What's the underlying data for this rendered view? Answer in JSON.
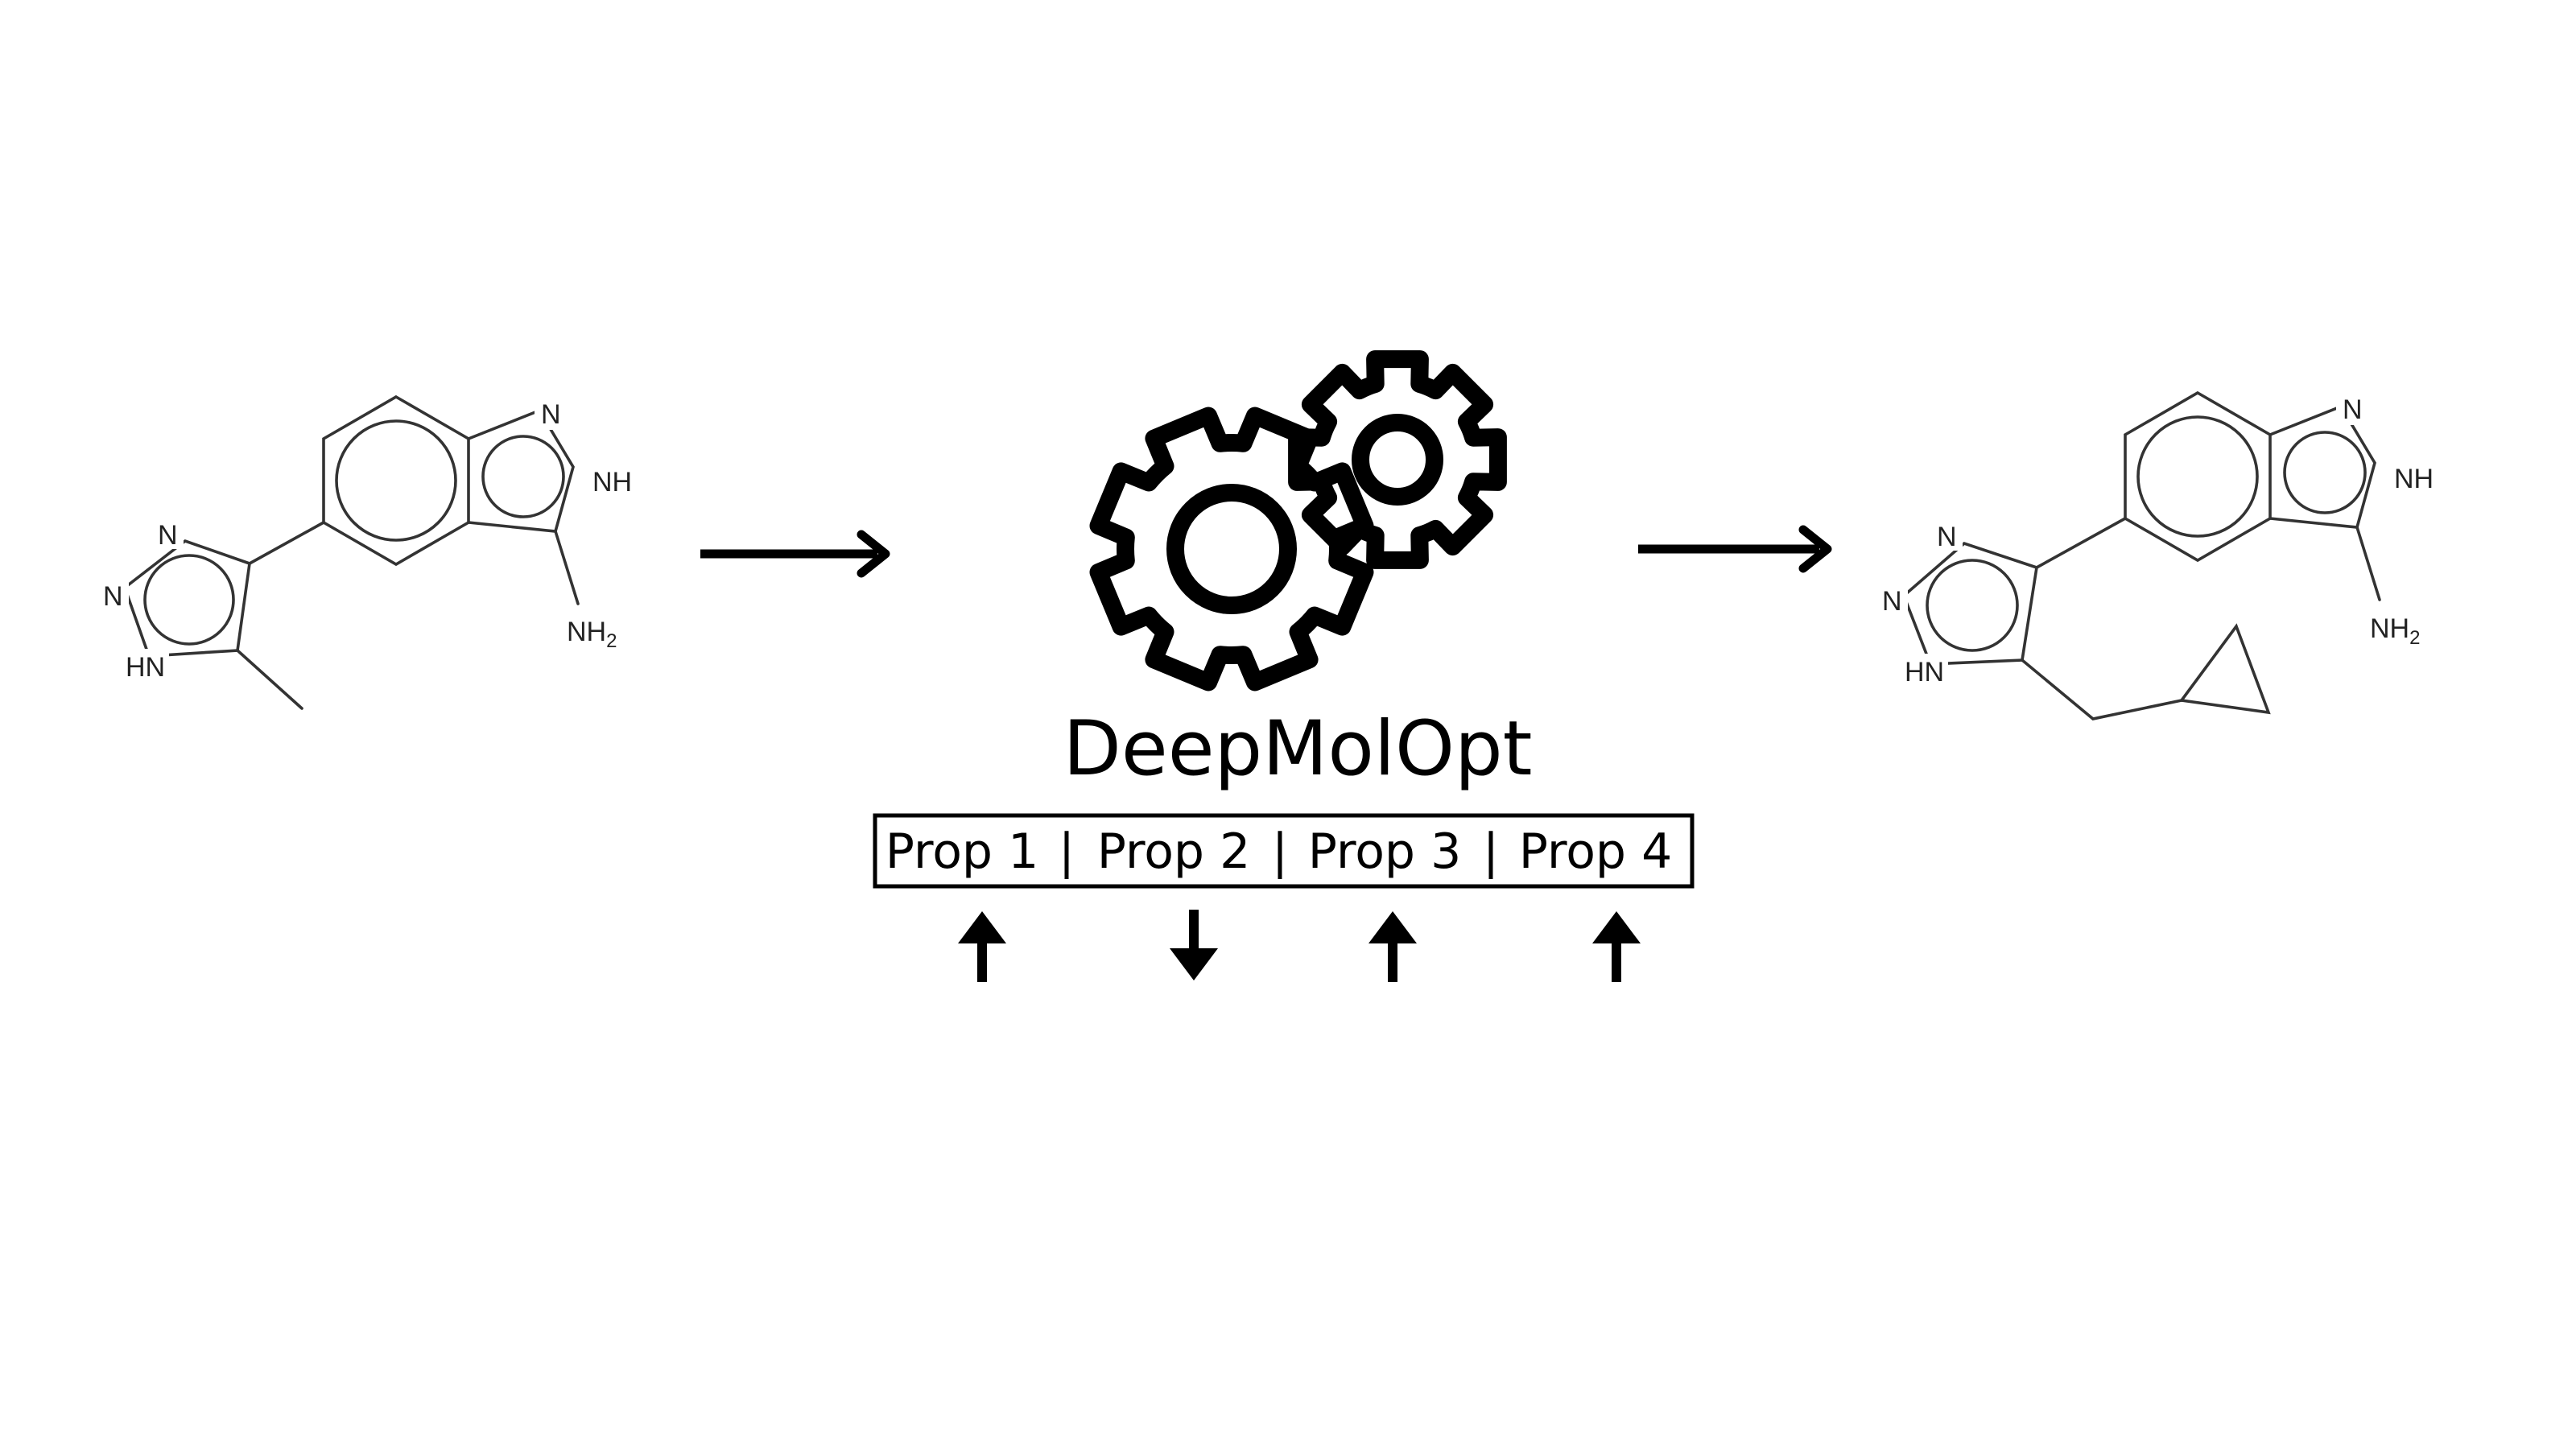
{
  "tool": {
    "name": "DeepMolOpt",
    "icon": "gears-icon"
  },
  "properties": {
    "items": [
      {
        "label": "Prop 1",
        "direction": "up"
      },
      {
        "label": "Prop 2",
        "direction": "down"
      },
      {
        "label": "Prop 3",
        "direction": "up"
      },
      {
        "label": "Prop 4",
        "direction": "up"
      }
    ],
    "separator": "|"
  },
  "input_molecule": {
    "atoms": {
      "n_top": "N",
      "nh": "NH",
      "nh2_main": "NH",
      "nh2_sub": "2",
      "triazole_n1": "N",
      "triazole_n2": "N",
      "triazole_hn": "HN"
    }
  },
  "output_molecule": {
    "atoms": {
      "n_top": "N",
      "nh": "NH",
      "nh2_main": "NH",
      "nh2_sub": "2",
      "triazole_n1": "N",
      "triazole_n2": "N",
      "triazole_hn": "HN"
    }
  },
  "colors": {
    "ink": "#000000",
    "bond": "#333333"
  }
}
